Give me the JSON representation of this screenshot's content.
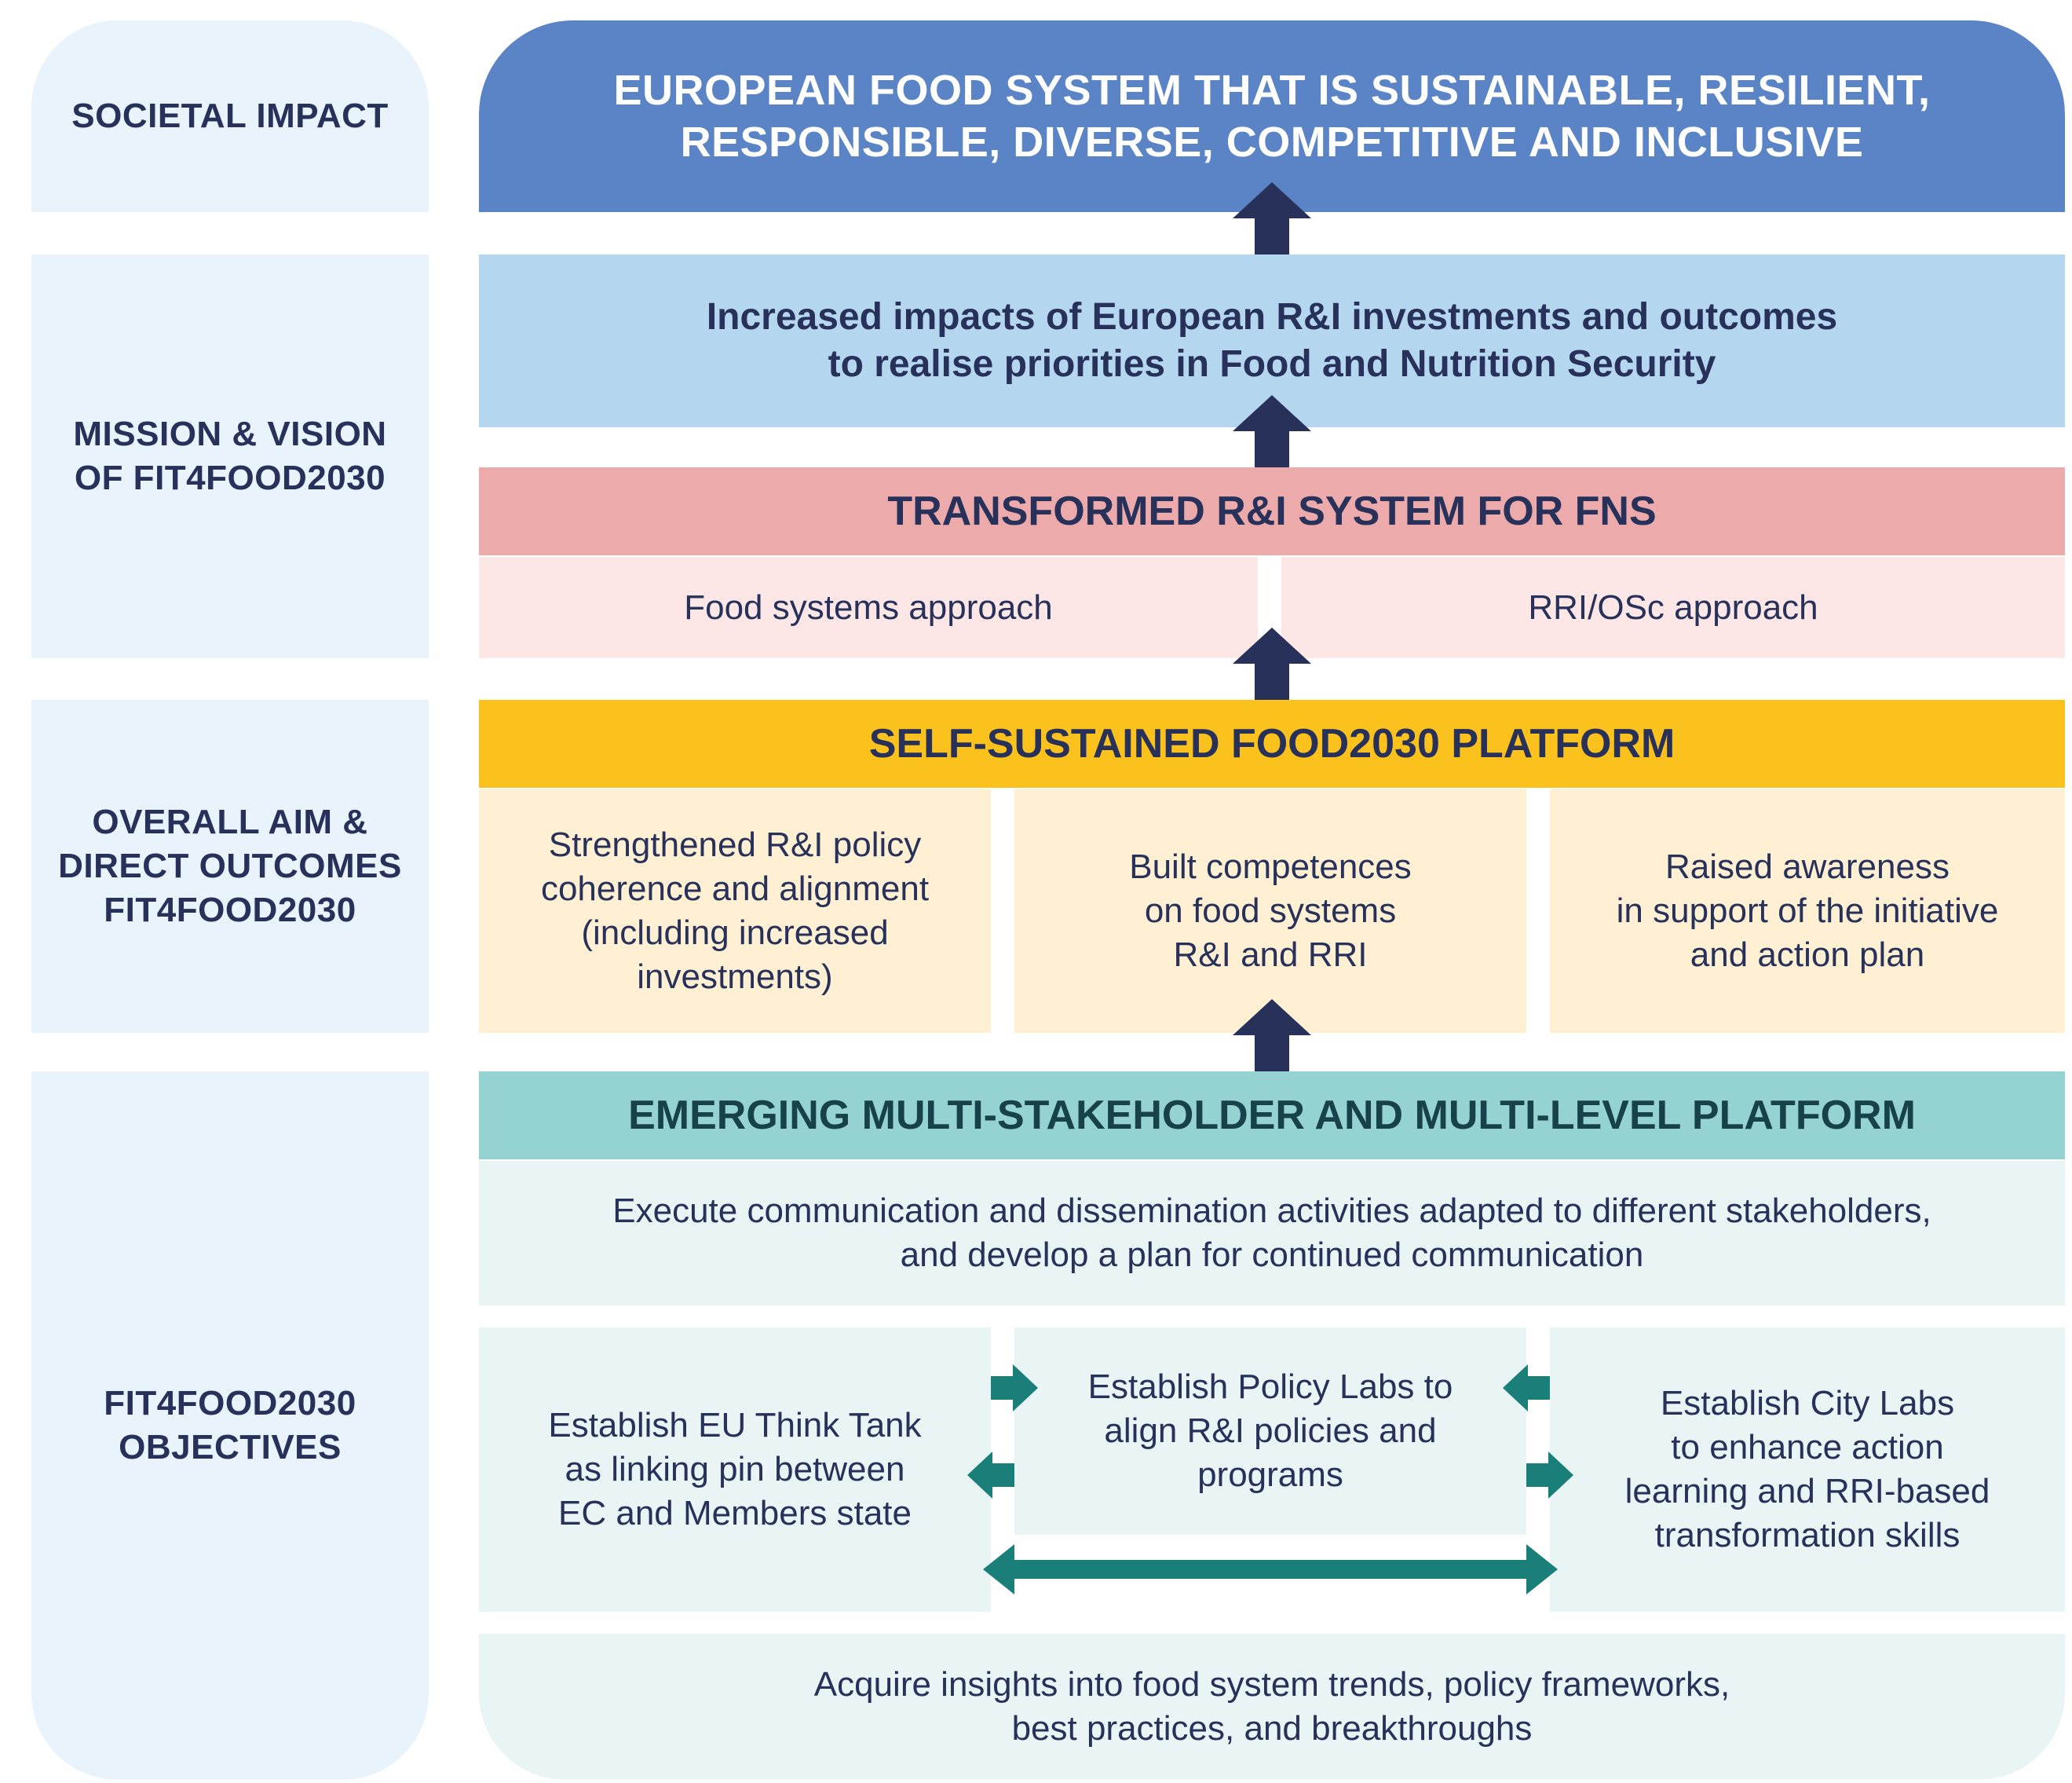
{
  "side_labels": {
    "societal": [
      "SOCIETAL IMPACT"
    ],
    "mission": [
      "MISSION & VISION",
      "OF FIT4FOOD2030"
    ],
    "aim": [
      "OVERALL AIM &",
      "DIRECT OUTCOMES",
      "FIT4FOOD2030"
    ],
    "objectives": [
      "FIT4FOOD2030",
      "OBJECTIVES"
    ]
  },
  "impact": [
    "EUROPEAN FOOD SYSTEM THAT IS SUSTAINABLE, RESILIENT,",
    "RESPONSIBLE, DIVERSE, COMPETITIVE AND INCLUSIVE"
  ],
  "mission": [
    "Increased impacts of European R&I investments and outcomes",
    "to realise priorities in Food and Nutrition Security"
  ],
  "transformed": {
    "title": "TRANSFORMED R&I SYSTEM FOR FNS",
    "left": "Food systems approach",
    "right": "RRI/OSc approach"
  },
  "platform": {
    "title": "SELF-SUSTAINED FOOD2030 PLATFORM",
    "outcomes": [
      [
        "Strengthened R&I policy",
        "coherence and alignment",
        "(including increased",
        "investments)"
      ],
      [
        "Built competences",
        "on food systems",
        "R&I and RRI"
      ],
      [
        "Raised awareness",
        "in support of the initiative",
        "and action plan"
      ]
    ]
  },
  "emerging": {
    "title": "EMERGING MULTI-STAKEHOLDER AND MULTI-LEVEL PLATFORM",
    "execute": [
      "Execute communication and dissemination activities adapted to different stakeholders,",
      "and develop a plan for continued communication"
    ],
    "think_tank": [
      "Establish EU Think Tank",
      "as linking pin between",
      "EC and Members state"
    ],
    "policy_labs": [
      "Establish Policy Labs to",
      "align R&I policies and",
      "programs"
    ],
    "city_labs": [
      "Establish City Labs",
      "to enhance action",
      "learning and RRI-based",
      "transformation skills"
    ],
    "acquire": [
      "Acquire insights into food system trends, policy frameworks,",
      "best practices, and breakthroughs"
    ]
  },
  "colors": {
    "navy_arrow": "#27315a",
    "teal_arrow": "#1a7f78",
    "impact_blue": "#5b84c6",
    "mission_blue": "#b5d6ef",
    "pink_header": "#ecaaab",
    "pink_light": "#fde7e6",
    "yellow_header": "#fbc21d",
    "yellow_light": "#fff0d3",
    "teal_header": "#95d2d2",
    "teal_light": "#e8f5f4",
    "side_panel": "#e8f3fb"
  }
}
